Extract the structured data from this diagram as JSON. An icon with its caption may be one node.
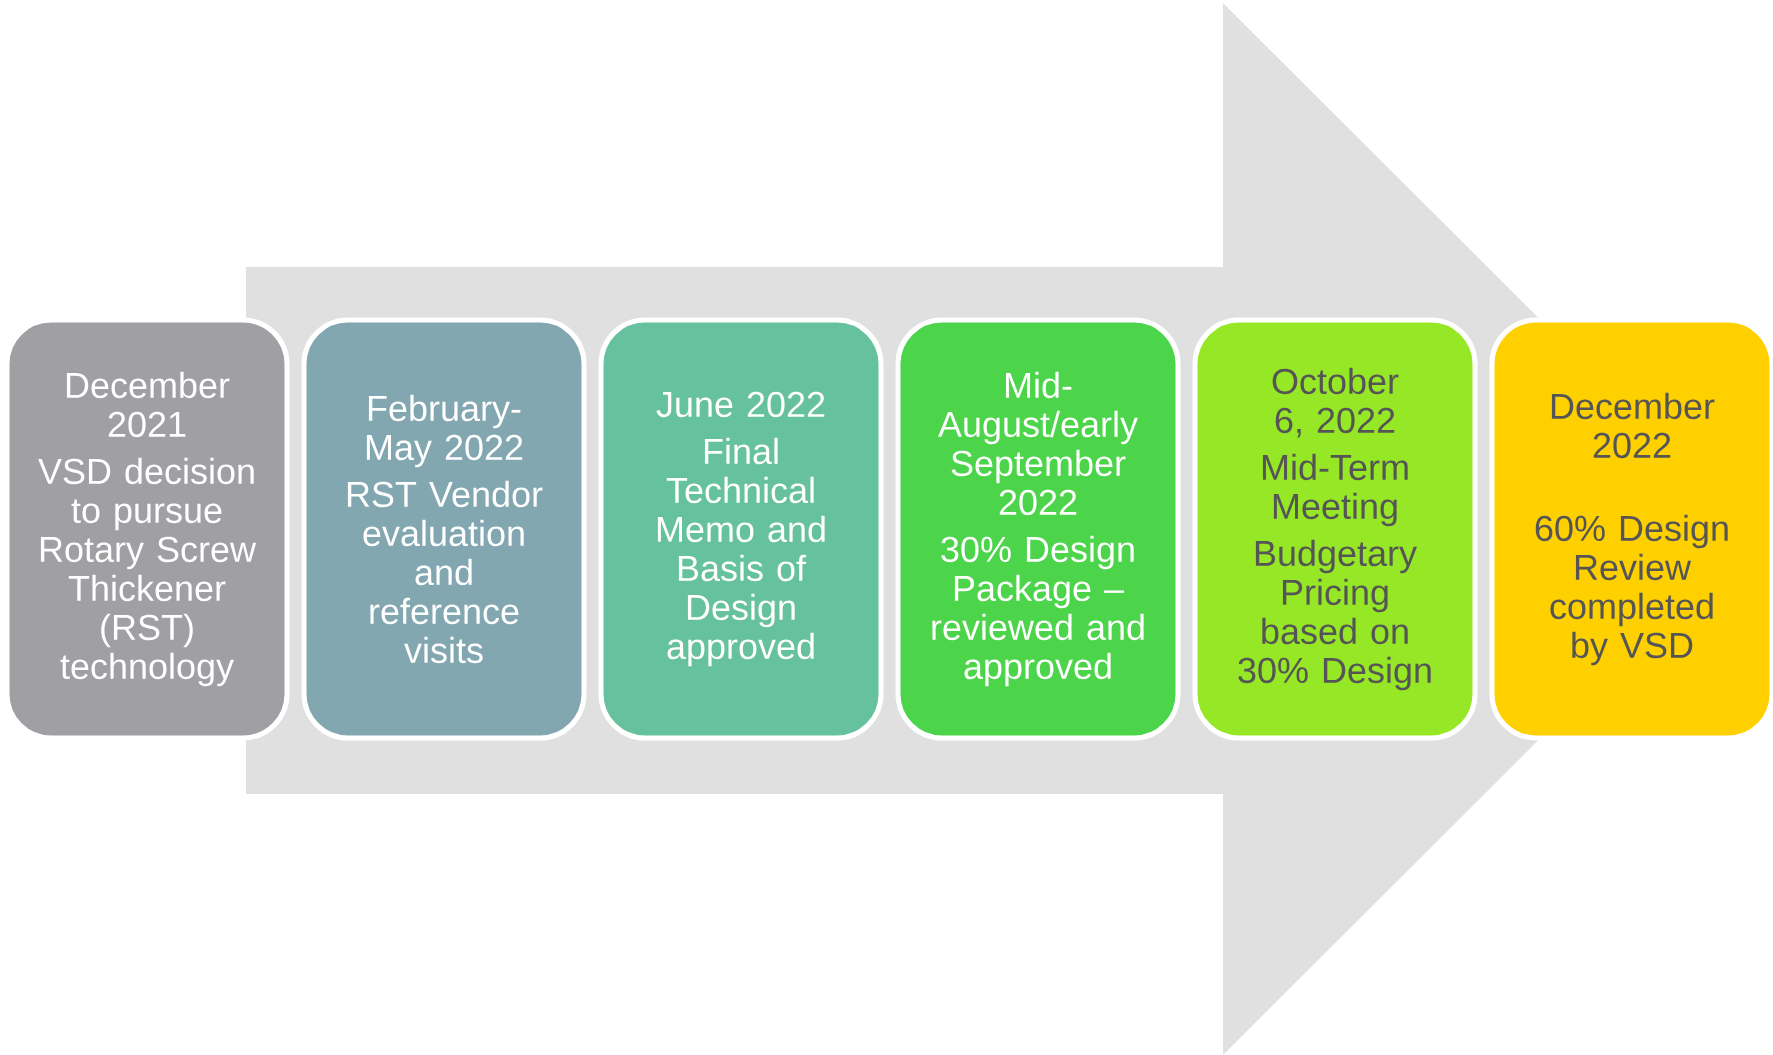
{
  "diagram": {
    "nodes": [
      {
        "text": [
          "December 2021",
          "VSD decision to pursue Rotary Screw Thickener (RST) technology"
        ]
      },
      {
        "text": [
          "February-May 2022",
          "RST Vendor evaluation and reference visits"
        ]
      },
      {
        "text": [
          "June 2022",
          "Final Technical Memo and Basis of Design approved"
        ]
      },
      {
        "text": [
          "Mid-August/early September 2022",
          "30% Design Package – reviewed and approved"
        ]
      },
      {
        "text": [
          "October 6, 2022",
          "Mid-Term Meeting",
          "Budgetary Pricing based on 30% Design"
        ]
      },
      {
        "text": [
          "December 2022",
          "60% Design Review completed by VSD"
        ]
      }
    ],
    "edges": [
      {
        "from": 0,
        "to": 5,
        "arrow": "to"
      }
    ]
  }
}
